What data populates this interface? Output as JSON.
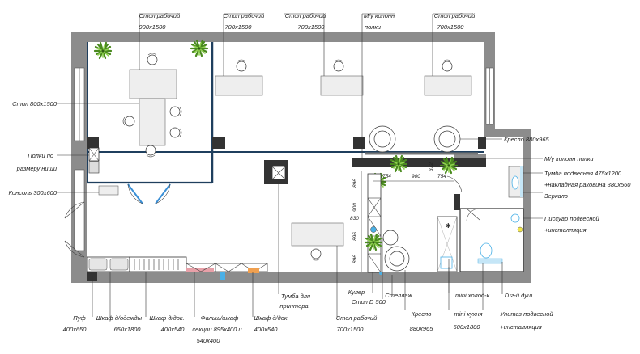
{
  "labels": {
    "desk_top_1": [
      "Стол рабочий",
      "900x1500"
    ],
    "desk_top_2": [
      "Стол рабочий",
      "700x1500"
    ],
    "desk_top_3": [
      "Стол рабочий",
      "700x1500"
    ],
    "shelf_top": [
      "М/у колонн",
      "полки"
    ],
    "desk_top_4": [
      "Стол рабочий",
      "700x1500"
    ],
    "table_800": [
      "Стол  800x1500"
    ],
    "niche_shelves": [
      "Полки по",
      "размеру ниши"
    ],
    "console": [
      "Консоль 300x600"
    ],
    "armchair_top": [
      "Кресло 880x965"
    ],
    "shelf_right": [
      "М/у колонн полки"
    ],
    "vanity": [
      "Тумба подвесная 475x1200",
      "+накладная раковина 380x560"
    ],
    "mirror": [
      "Зеркало"
    ],
    "urinal": [
      "Писсуар подвесной",
      "+инсталляция"
    ],
    "pouf": [
      "Пуф",
      "400x650"
    ],
    "wardrobe": [
      "Шкаф д/одежды",
      "650x1800"
    ],
    "cabinet_doc_1": [
      "Шкаф д/док.",
      "400x540"
    ],
    "false_cabinet": [
      "Фальш/шкаф",
      "секции 895x400 и",
      "540x400"
    ],
    "cabinet_doc_2": [
      "Шкаф д/док.",
      "400x540"
    ],
    "printer_stand": [
      "Тумба для",
      "принтера"
    ],
    "desk_bottom": [
      "Стол рабочий",
      "700x1500"
    ],
    "cooler": [
      "Кулер"
    ],
    "table_d500": [
      "Стол D 500"
    ],
    "rack": [
      "Стеллаж"
    ],
    "armchair_bottom": [
      "Кресло",
      "880x965"
    ],
    "mini_fridge": [
      "mini холод-к"
    ],
    "mini_kitchen": [
      "mini кухня",
      "600x1800"
    ],
    "hygiene_shower": [
      "Гиг-й душ"
    ],
    "toilet": [
      "Унитаз подвесной",
      "+инсталляция"
    ]
  },
  "dimensions": {
    "d896_a": "896",
    "d900_v": "900",
    "d830": "830",
    "d896_b": "896",
    "d896_c": "896",
    "d754_a": "754",
    "d900_h": "900",
    "d754_b": "754",
    "d372": "372"
  },
  "colors": {
    "wall": "#8c8c8c",
    "partition": "#1f3f5e",
    "door_blue": "#3a8fd6",
    "plant": "#7ec242",
    "false_cabinet": "#e8a0a8",
    "accent_blue": "#4ab0e6",
    "accent_orange": "#f0a050"
  }
}
